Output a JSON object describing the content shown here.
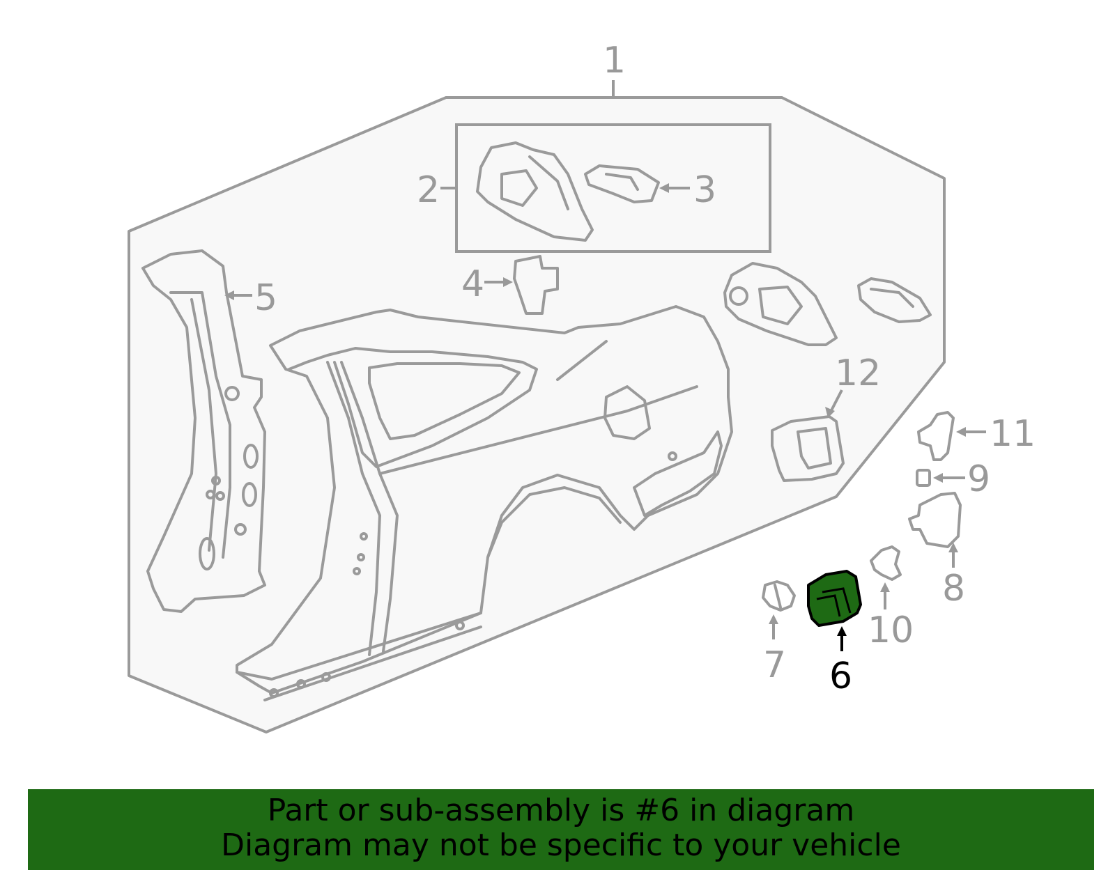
{
  "diagram": {
    "callouts": [
      {
        "id": "1",
        "label": "1"
      },
      {
        "id": "2",
        "label": "2"
      },
      {
        "id": "3",
        "label": "3"
      },
      {
        "id": "4",
        "label": "4"
      },
      {
        "id": "5",
        "label": "5"
      },
      {
        "id": "6",
        "label": "6"
      },
      {
        "id": "7",
        "label": "7"
      },
      {
        "id": "8",
        "label": "8"
      },
      {
        "id": "9",
        "label": "9"
      },
      {
        "id": "10",
        "label": "10"
      },
      {
        "id": "11",
        "label": "11"
      },
      {
        "id": "12",
        "label": "12"
      }
    ],
    "highlighted_part": "6",
    "colors": {
      "line": "#999999",
      "panel_fill": "#f8f8f8",
      "highlight": "#1e6a14",
      "highlight_label": "#000000"
    }
  },
  "banner": {
    "line1": "Part or sub-assembly is #6 in diagram",
    "line2": "Diagram may not be specific to your vehicle",
    "background": "#1e6a14"
  }
}
